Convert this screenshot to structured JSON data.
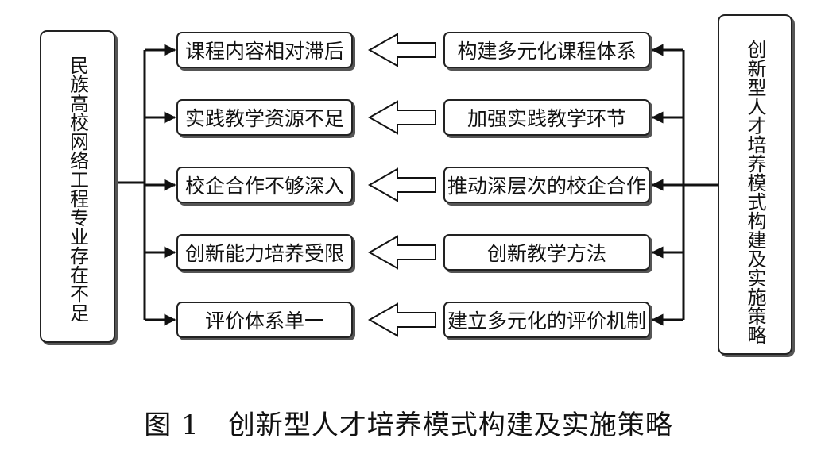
{
  "left_box": {
    "label": "民族高校网络工程专业存在不足"
  },
  "right_box": {
    "label": "创新型人才培养模式构建及实施策略"
  },
  "problems": [
    "课程内容相对滞后",
    "实践教学资源不足",
    "校企合作不够深入",
    "创新能力培养受限",
    "评价体系单一"
  ],
  "strategies": [
    "构建多元化课程体系",
    "加强实践教学环节",
    "推动深层次的校企合作",
    "创新教学方法",
    "建立多元化的评价机制"
  ],
  "caption": {
    "figure_number": "图 1",
    "title": "创新型人才培养模式构建及实施策略"
  }
}
